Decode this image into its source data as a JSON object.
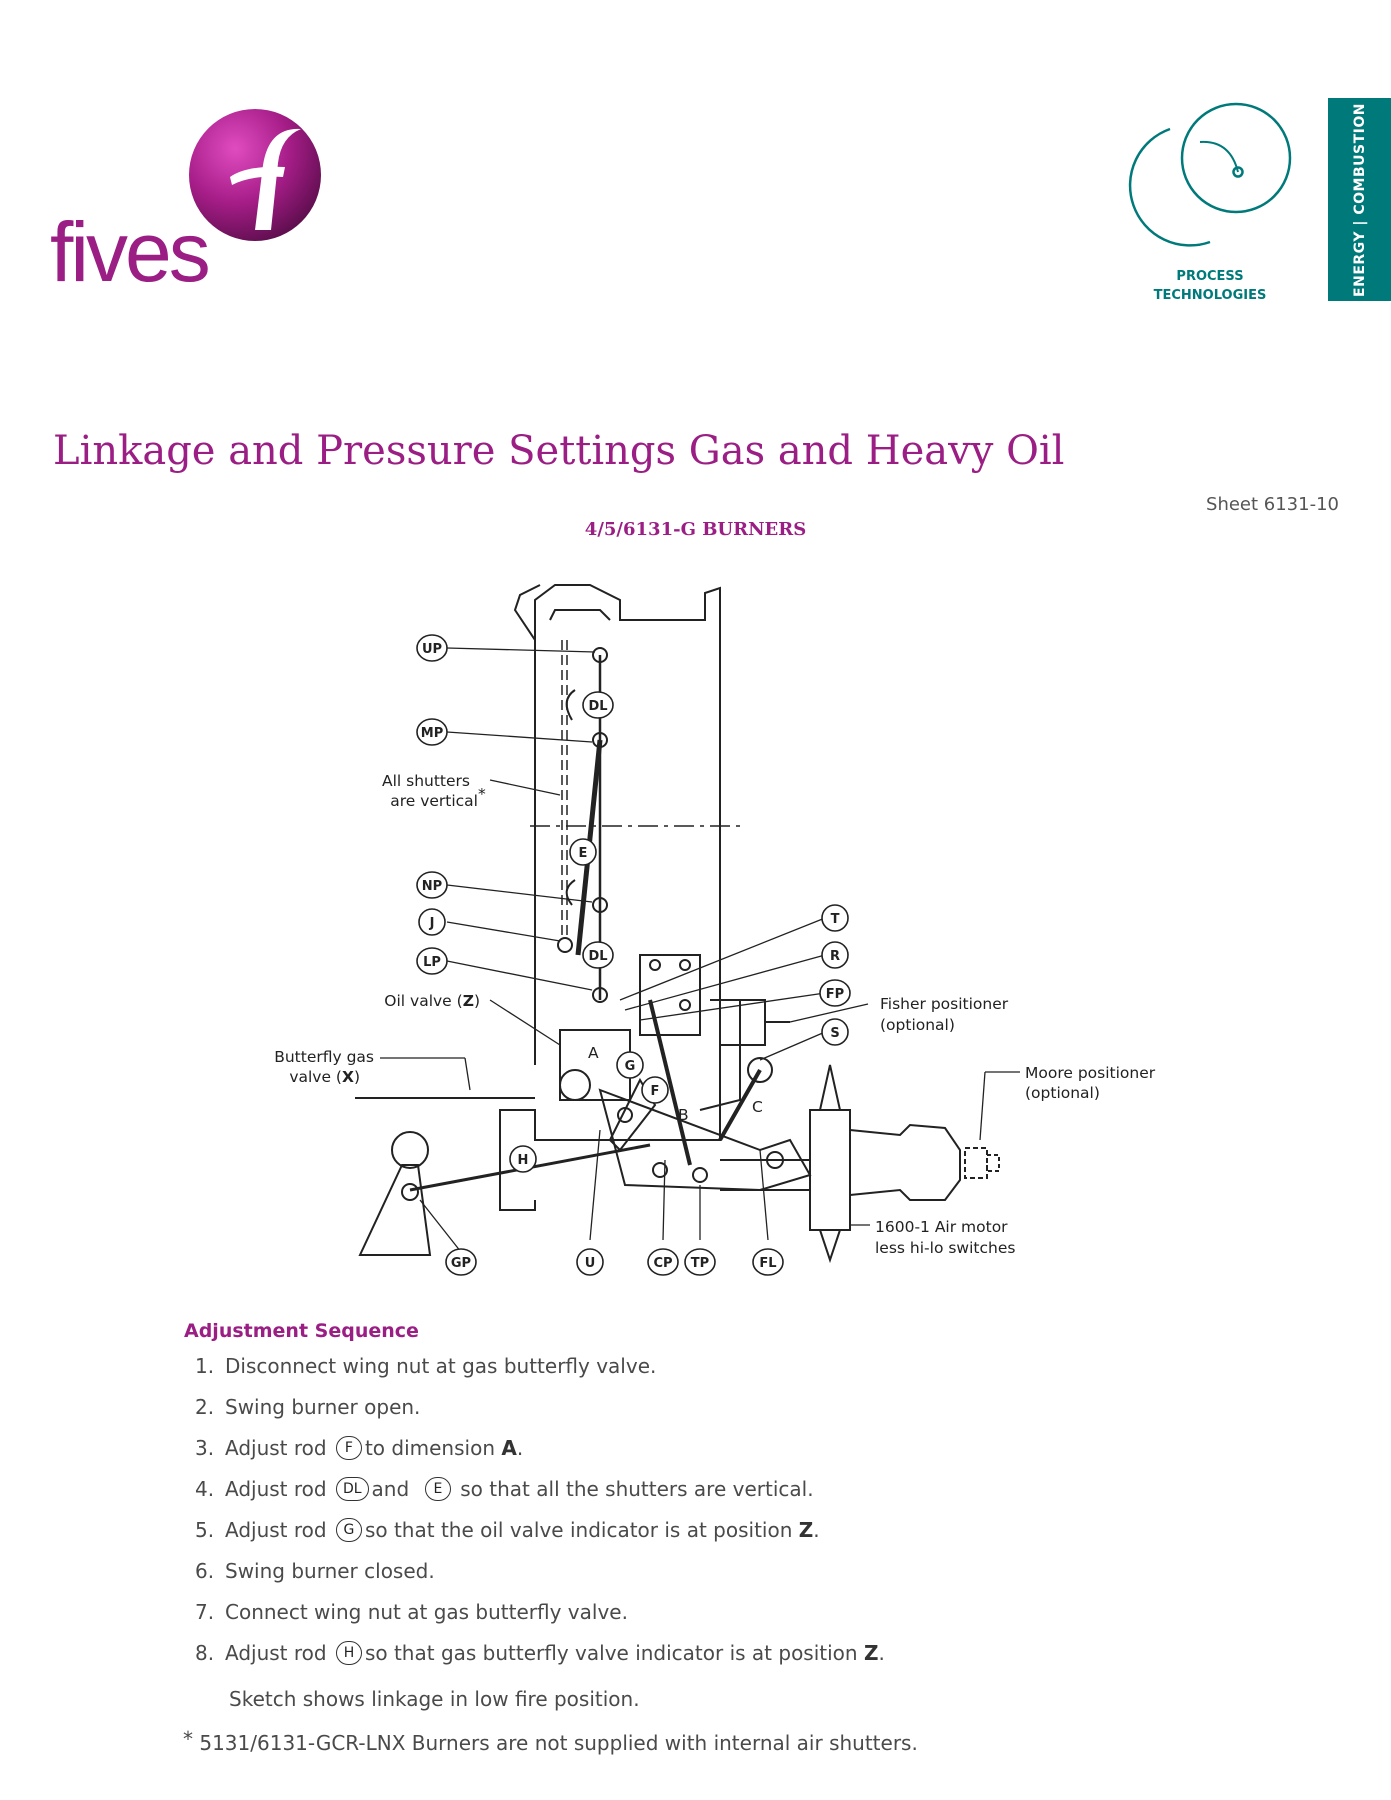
{
  "header": {
    "brand": "fives",
    "division": "PROCESS\nTECHNOLOGIES",
    "side_tab": "ENERGY | COMBUSTION",
    "brand_color": "#9b1e84",
    "accent_color": "#00797a"
  },
  "document": {
    "title": "Linkage and Pressure Settings Gas and Heavy Oil",
    "sheet": "Sheet 6131-10",
    "subtitle": "4/5/6131-G BURNERS"
  },
  "diagram": {
    "labels": {
      "shutters_line1": "All shutters",
      "shutters_line2": "are vertical",
      "shutters_mark": "*",
      "oil_valve_prefix": "Oil valve (",
      "oil_valve_letter": "Z",
      "oil_valve_suffix": ")",
      "butterfly_line1": "Butterfly gas",
      "butterfly_line2_prefix": "valve (",
      "butterfly_line2_letter": "X",
      "butterfly_line2_suffix": ")",
      "fisher_line1": "Fisher positioner",
      "fisher_line2": "(optional)",
      "moore_line1": "Moore positioner",
      "moore_line2": "(optional)",
      "air_motor_line1": "1600-1 Air motor",
      "air_motor_line2": "less hi-lo switches",
      "dim_a": "A",
      "dim_b": "B",
      "dim_c": "C"
    },
    "bubbles": [
      "UP",
      "DL",
      "MP",
      "E",
      "NP",
      "J",
      "DL",
      "LP",
      "G",
      "F",
      "H",
      "GP",
      "U",
      "CP",
      "TP",
      "FL",
      "T",
      "R",
      "FP",
      "S"
    ]
  },
  "adjustment": {
    "heading": "Adjustment Sequence",
    "steps": [
      {
        "num": "1.",
        "text": "Disconnect wing nut at gas butterfly valve."
      },
      {
        "num": "2.",
        "text": "Swing burner open."
      },
      {
        "num": "3.",
        "pre": "Adjust rod",
        "rod": "F",
        "post": "to dimension",
        "bold": "A",
        "end": "."
      },
      {
        "num": "4.",
        "pre": "Adjust rod",
        "rod": "DL",
        "mid": "and",
        "rod2": "E",
        "post": "so that all the shutters are vertical."
      },
      {
        "num": "5.",
        "pre": "Adjust rod",
        "rod": "G",
        "post": "so that the oil valve indicator is at position",
        "bold": "Z",
        "end": "."
      },
      {
        "num": "6.",
        "text": "Swing burner closed."
      },
      {
        "num": "7.",
        "text": "Connect wing nut at gas butterfly valve."
      },
      {
        "num": "8.",
        "pre": "Adjust rod",
        "rod": "H",
        "post": "so that gas butterfly valve indicator is at position",
        "bold": "Z",
        "end": "."
      }
    ]
  },
  "notes": {
    "sketch": "Sketch shows linkage in low fire position.",
    "footnote_mark": "*",
    "footnote": "5131/6131-GCR-LNX Burners are not supplied with internal air shutters."
  }
}
